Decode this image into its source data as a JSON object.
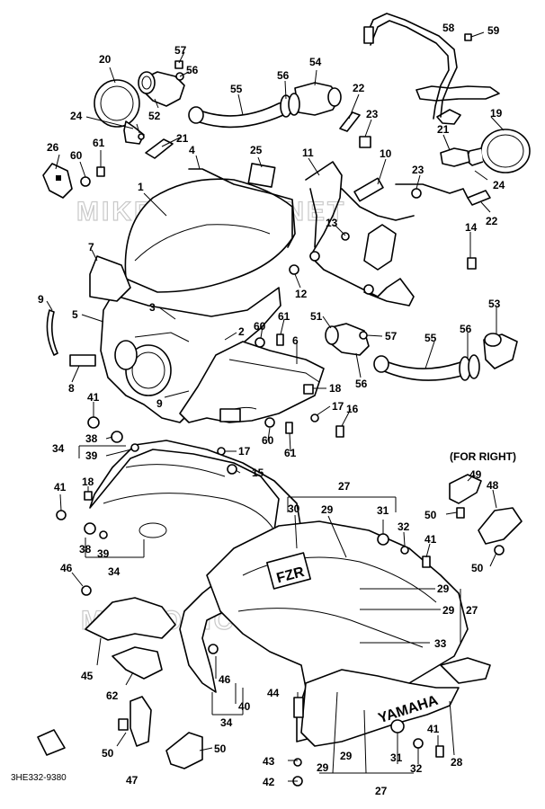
{
  "diagram": {
    "drawing_code": "3HE332-9380",
    "variant_label": "(FOR RIGHT)",
    "watermark_text": "MIKROFICHE.NET",
    "brand_text": "YAMAHA",
    "model_text": "FZR",
    "callouts": {
      "n1": "1",
      "n2": "2",
      "n3": "3",
      "n4": "4",
      "n5": "5",
      "n6": "6",
      "n7": "7",
      "n8": "8",
      "n9": "9",
      "n10": "10",
      "n11": "11",
      "n12": "12",
      "n13": "13",
      "n14": "14",
      "n15": "15",
      "n16": "16",
      "n17": "17",
      "n18": "18",
      "n19": "19",
      "n20": "20",
      "n21": "21",
      "n22": "22",
      "n23": "23",
      "n24": "24",
      "n25": "25",
      "n26": "26",
      "n27": "27",
      "n28": "28",
      "n29": "29",
      "n30": "30",
      "n31": "31",
      "n32": "32",
      "n33": "33",
      "n34": "34",
      "n38": "38",
      "n39": "39",
      "n40": "40",
      "n41": "41",
      "n42": "42",
      "n43": "43",
      "n44": "44",
      "n45": "45",
      "n46": "46",
      "n47": "47",
      "n48": "48",
      "n49": "49",
      "n50": "50",
      "n51": "51",
      "n52": "52",
      "n53": "53",
      "n54": "54",
      "n55": "55",
      "n56": "56",
      "n57": "57",
      "n58": "58",
      "n59": "59",
      "n60": "60",
      "n61": "61",
      "n62": "62"
    }
  }
}
